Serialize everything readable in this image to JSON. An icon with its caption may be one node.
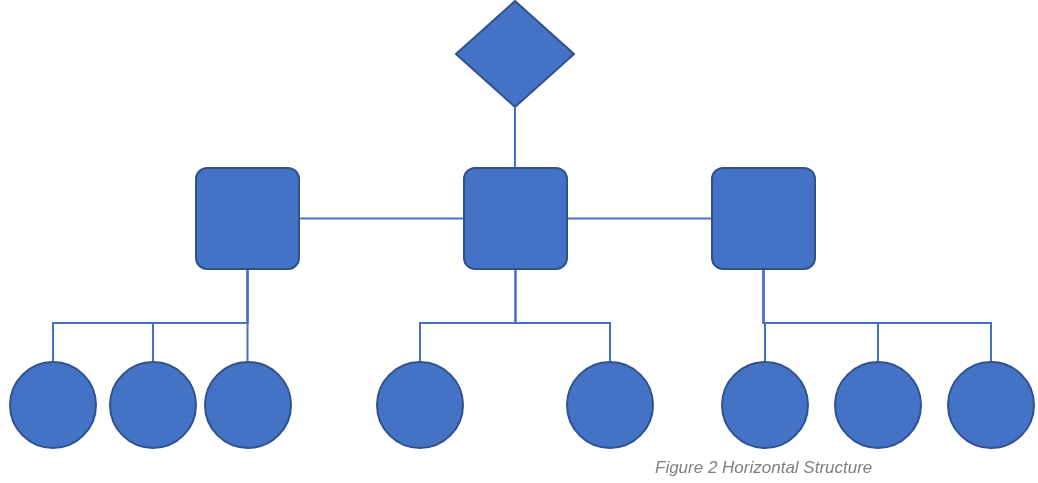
{
  "diagram": {
    "caption": "Figure 2 Horizontal Structure",
    "nodes": [
      {
        "text": [],
        "shape": "diamond"
      },
      {
        "text": [],
        "shape": "box"
      },
      {
        "text": [],
        "shape": "box"
      },
      {
        "text": [],
        "shape": "box"
      },
      {
        "text": [],
        "shape": "circle"
      },
      {
        "text": [],
        "shape": "circle"
      },
      {
        "text": [],
        "shape": "circle"
      },
      {
        "text": [],
        "shape": "circle"
      },
      {
        "text": [],
        "shape": "circle"
      },
      {
        "text": [],
        "shape": "circle"
      },
      {
        "text": [],
        "shape": "circle"
      },
      {
        "text": [],
        "shape": "circle"
      }
    ],
    "edges": [
      {
        "from": 0,
        "to": 2,
        "arrow": "none"
      },
      {
        "from": 2,
        "to": 1,
        "arrow": "none"
      },
      {
        "from": 2,
        "to": 3,
        "arrow": "none"
      },
      {
        "from": 1,
        "to": 4,
        "arrow": "none"
      },
      {
        "from": 1,
        "to": 5,
        "arrow": "none"
      },
      {
        "from": 1,
        "to": 6,
        "arrow": "none"
      },
      {
        "from": 2,
        "to": 7,
        "arrow": "none"
      },
      {
        "from": 2,
        "to": 8,
        "arrow": "none"
      },
      {
        "from": 3,
        "to": 9,
        "arrow": "none"
      },
      {
        "from": 3,
        "to": 10,
        "arrow": "none"
      },
      {
        "from": 3,
        "to": 11,
        "arrow": "none"
      }
    ]
  }
}
